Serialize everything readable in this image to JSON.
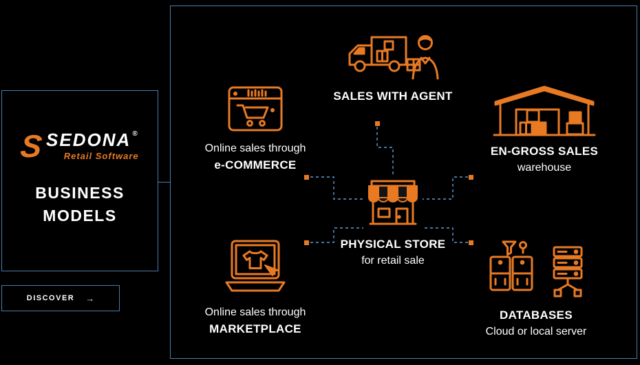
{
  "brand": {
    "logo_s": "S",
    "name": "SEDONA",
    "registered": "®",
    "tagline": "Retail Software",
    "panel_title_line1": "BUSINESS",
    "panel_title_line2": "MODELS"
  },
  "discover": {
    "label": "DISCOVER",
    "arrow": "→"
  },
  "diagram": {
    "agent": {
      "label": "SALES WITH AGENT"
    },
    "ecommerce": {
      "line1": "Online sales through",
      "line2": "e-COMMERCE"
    },
    "engross": {
      "line1": "EN-GROSS SALES",
      "line2": "warehouse"
    },
    "store": {
      "line1": "PHYSICAL STORE",
      "line2": "for retail sale"
    },
    "marketplace": {
      "line1": "Online sales through",
      "line2": "MARKETPLACE"
    },
    "databases": {
      "line1": "DATABASES",
      "line2": "Cloud or local server"
    }
  },
  "colors": {
    "accent": "#E87A24",
    "panel_border": "#4D7EA8",
    "connector_line": "#5E9FD8",
    "text": "#FFFFFF",
    "background": "#000000"
  }
}
